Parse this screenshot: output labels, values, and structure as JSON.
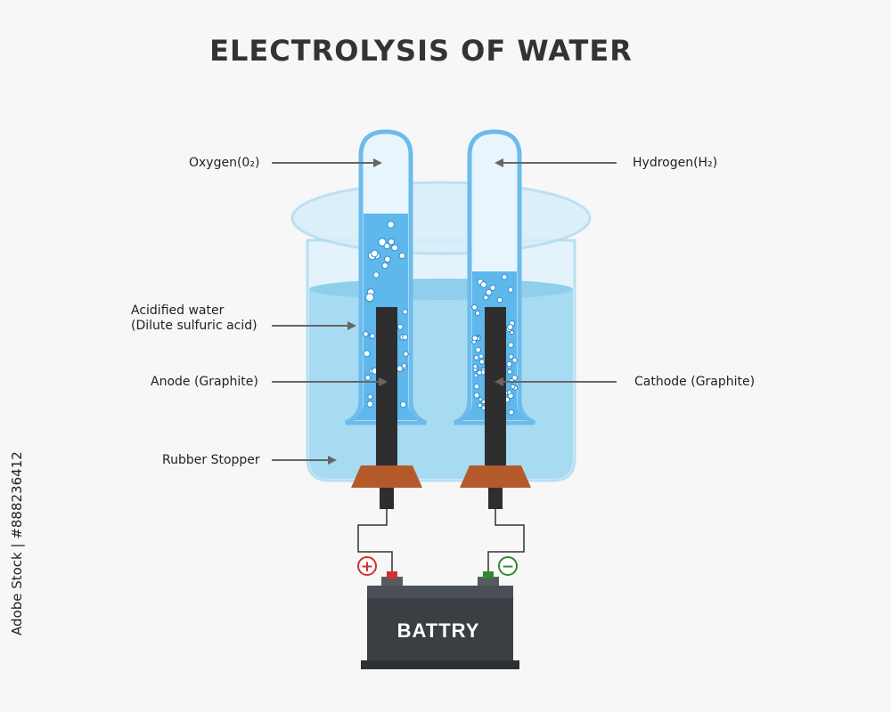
{
  "title": "ELECTROLYSIS OF WATER",
  "labels": {
    "oxygen": "Oxygen(0₂)",
    "hydrogen": "Hydrogen(H₂)",
    "acidified_line1": "Acidified water",
    "acidified_line2": "(Dilute sulfuric acid)",
    "anode": "Anode (Graphite)",
    "cathode": "Cathode (Graphite)",
    "stopper": "Rubber Stopper"
  },
  "battery": {
    "label": "BATTRY",
    "positive_symbol": "+",
    "negative_symbol": "−"
  },
  "stock_id": "Adobe Stock | #888236412",
  "colors": {
    "water": "#8fd0ec",
    "glass": "#cfe9f7",
    "tube_fill": "#5fb8ec",
    "electrode": "#2e2e2e",
    "stopper": "#b45a2a",
    "battery": "#3a3f44",
    "positive": "#d32f2f",
    "negative": "#2e8b2e",
    "arrow": "#666666"
  }
}
